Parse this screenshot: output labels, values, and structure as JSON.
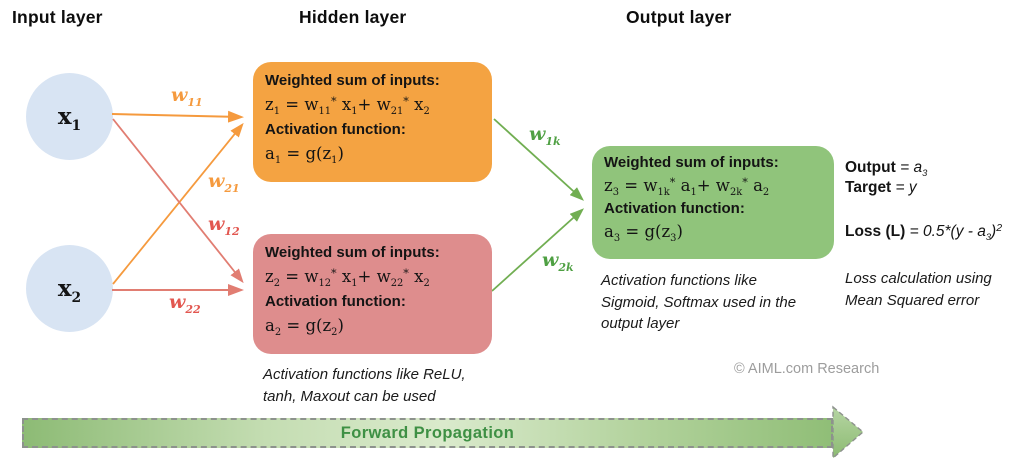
{
  "headers": {
    "input": "Input layer",
    "hidden": "Hidden layer",
    "output": "Output layer"
  },
  "input_nodes": {
    "x1": [
      {
        "t": "x"
      },
      {
        "sub": "1"
      }
    ],
    "x2": [
      {
        "t": "x"
      },
      {
        "sub": "2"
      }
    ]
  },
  "weights": {
    "w11": [
      {
        "t": "w"
      },
      {
        "sub": "11"
      }
    ],
    "w21": [
      {
        "t": "w"
      },
      {
        "sub": "21"
      }
    ],
    "w12": [
      {
        "t": "w"
      },
      {
        "sub": "12"
      }
    ],
    "w22": [
      {
        "t": "w"
      },
      {
        "sub": "22"
      }
    ],
    "w1k": [
      {
        "t": "w"
      },
      {
        "sub": "1k"
      }
    ],
    "w2k": [
      {
        "t": "w"
      },
      {
        "sub": "2k"
      }
    ]
  },
  "hidden_unit_1": {
    "sum_title": "Weighted sum of inputs:",
    "sum_eq": [
      {
        "t": "z"
      },
      {
        "sub": "1"
      },
      {
        "t": " =  w"
      },
      {
        "sub": "11"
      },
      {
        "sup": "*"
      },
      {
        "t": " x"
      },
      {
        "sub": "1"
      },
      {
        "t": "+ w"
      },
      {
        "sub": "21"
      },
      {
        "sup": "*"
      },
      {
        "t": " x"
      },
      {
        "sub": "2"
      }
    ],
    "act_title": "Activation function:",
    "act_eq": [
      {
        "t": "a"
      },
      {
        "sub": "1"
      },
      {
        "t": " = g(z"
      },
      {
        "sub": "1"
      },
      {
        "t": ")"
      }
    ]
  },
  "hidden_unit_2": {
    "sum_title": "Weighted sum of inputs:",
    "sum_eq": [
      {
        "t": "z"
      },
      {
        "sub": "2"
      },
      {
        "t": " =  w"
      },
      {
        "sub": "12"
      },
      {
        "sup": "*"
      },
      {
        "t": " x"
      },
      {
        "sub": "1"
      },
      {
        "t": "+ w"
      },
      {
        "sub": "22"
      },
      {
        "sup": "*"
      },
      {
        "t": " x"
      },
      {
        "sub": "2"
      }
    ],
    "act_title": "Activation function:",
    "act_eq": [
      {
        "t": "a"
      },
      {
        "sub": "2"
      },
      {
        "t": " = g(z"
      },
      {
        "sub": "2"
      },
      {
        "t": ")"
      }
    ]
  },
  "output_unit": {
    "sum_title": "Weighted sum of inputs:",
    "sum_eq": [
      {
        "t": "z"
      },
      {
        "sub": "3"
      },
      {
        "t": " =  w"
      },
      {
        "sub": "1k"
      },
      {
        "sup": "*"
      },
      {
        "t": " a"
      },
      {
        "sub": "1"
      },
      {
        "t": "+ w"
      },
      {
        "sub": "2k"
      },
      {
        "sup": "*"
      },
      {
        "t": " a"
      },
      {
        "sub": "2"
      }
    ],
    "act_title": "Activation function:",
    "act_eq": [
      {
        "t": "a"
      },
      {
        "sub": "3"
      },
      {
        "t": " = g(z"
      },
      {
        "sub": "3"
      },
      {
        "t": ")"
      }
    ]
  },
  "notes": {
    "hidden": "Activation functions like ReLU,\ntanh, Maxout can be used",
    "output": "Activation functions like\nSigmoid, Softmax used in the\noutput layer",
    "loss": "Loss calculation using\nMean Squared error"
  },
  "results": {
    "output_line": [
      {
        "t": "Output",
        "b": true
      },
      {
        "t": " = ",
        "i": true
      },
      {
        "t": "a",
        "i": true
      },
      {
        "sub": "3",
        "i": true
      }
    ],
    "target_line": [
      {
        "t": "Target",
        "b": true
      },
      {
        "t": " = ",
        "i": true
      },
      {
        "t": "y",
        "i": true
      }
    ],
    "loss_line": [
      {
        "t": "Loss (L)",
        "b": true
      },
      {
        "t": " = ",
        "i": true
      },
      {
        "t": "0.5*(y - a",
        "i": true
      },
      {
        "sub": "3",
        "i": true
      },
      {
        "t": ")",
        "i": true
      },
      {
        "sup": "2",
        "i": true
      }
    ]
  },
  "footer": {
    "copyright": "© AIML.com Research",
    "forward_label": "Forward Propagation"
  },
  "colors": {
    "hidden_unit_1_fill": "#F4A342",
    "hidden_unit_2_fill": "#DE8D8D",
    "output_unit_fill": "#90C47B",
    "input_node_fill": "#D8E4F3",
    "arrow_orange": "#F59A3E",
    "arrow_red": "#E17D72",
    "label_red": "#E25750",
    "arrow_green": "#71AE52",
    "label_green": "#4FA043",
    "forward_text": "#3E9044",
    "copyright_gray": "#9D9D9D"
  }
}
